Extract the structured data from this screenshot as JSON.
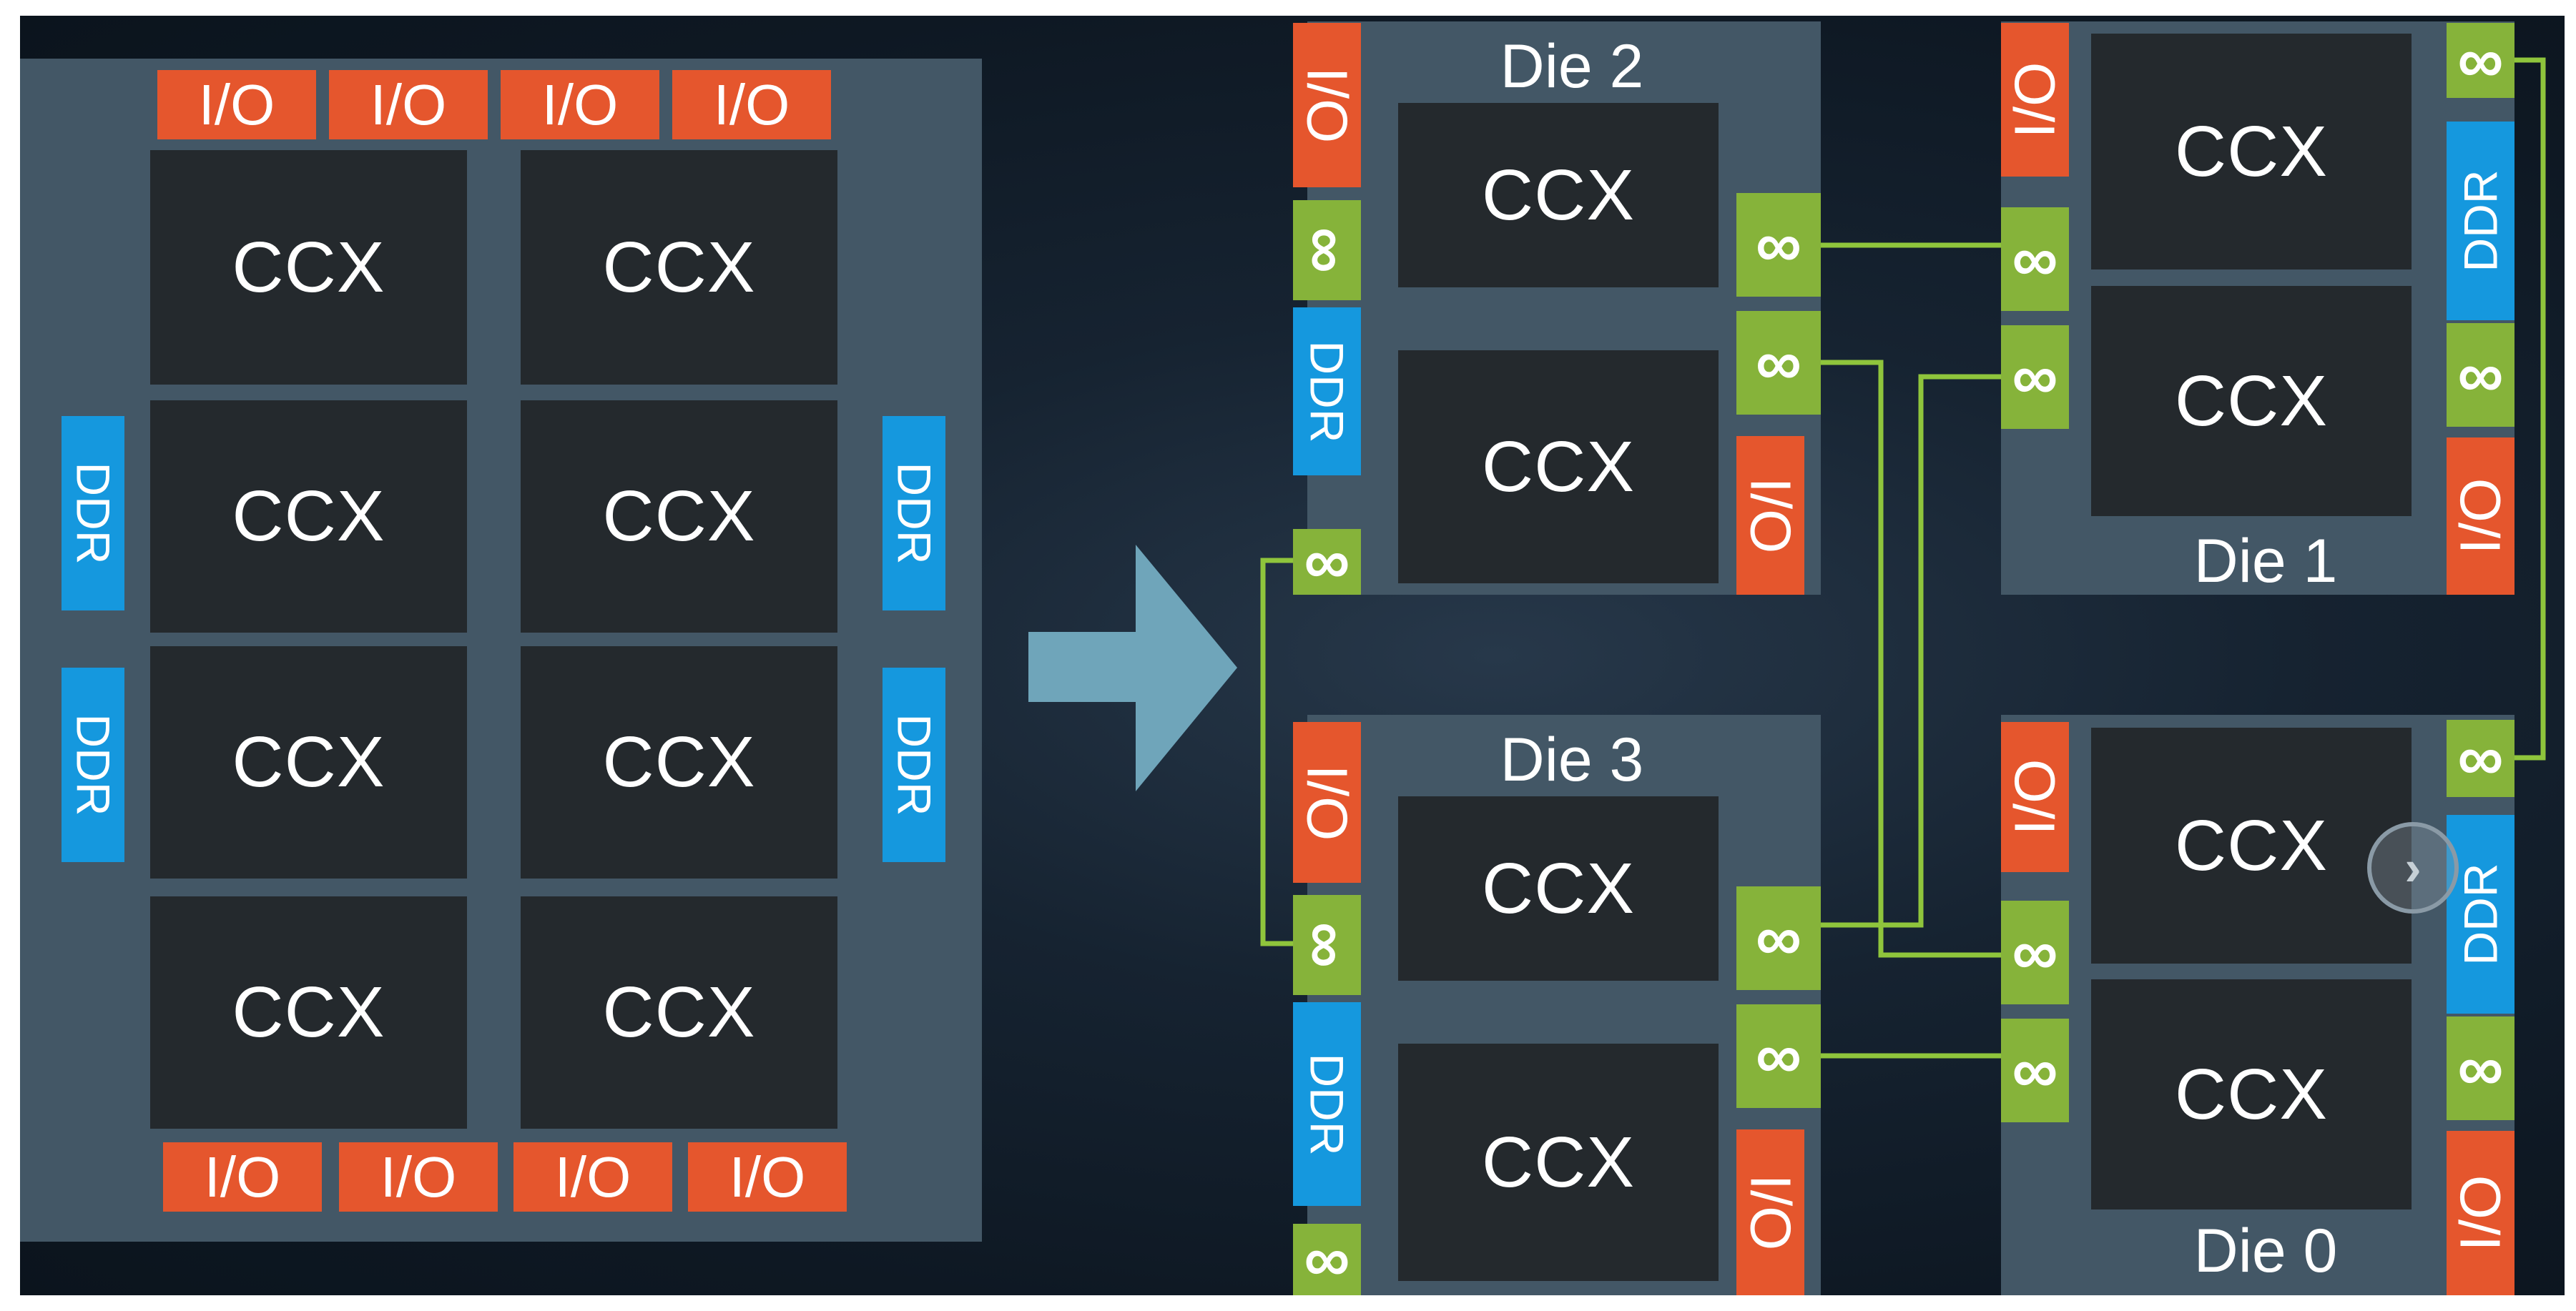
{
  "labels": {
    "ccx": "CCX",
    "io": "I/O",
    "ddr": "DDR",
    "infinity": "∞"
  },
  "dies": {
    "die2": "Die 2",
    "die1": "Die 1",
    "die3": "Die 3",
    "die0": "Die 0"
  },
  "colors": {
    "io": "#e5562d",
    "ddr": "#1598de",
    "infinity_fabric": "#86b33a",
    "ccx": "#24292d",
    "panel": "#435766",
    "arrow": "#6fa5ba",
    "link": "#8fc53c"
  },
  "icons": {
    "arrow": "right-arrow-icon",
    "next": "chevron-right-icon",
    "fabric": "infinity-icon"
  },
  "next_glyph": "›"
}
